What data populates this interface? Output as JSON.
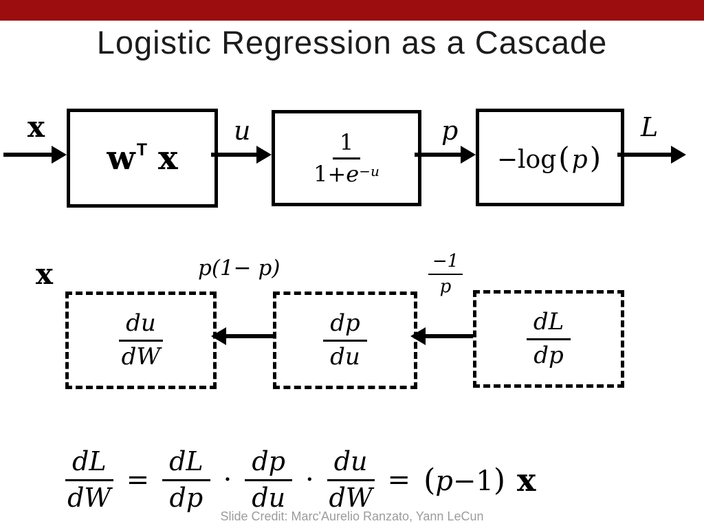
{
  "slide": {
    "title": "Logistic Regression as a Cascade",
    "credit": "Slide Credit: Marc'Aurelio Ranzato, Yann LeCun",
    "accent_color": "#9B0D0F"
  },
  "forward": {
    "input_label": "x",
    "wtx": {
      "w": "w",
      "sup": "T",
      "x": "x"
    },
    "u_label": "u",
    "sigmoid": {
      "num": "1",
      "den_pre": "1+",
      "den_e": "e",
      "den_sup": "−u"
    },
    "p_label": "p",
    "loss": {
      "prefix": "−log",
      "open": "(",
      "var": "p",
      "close": ")"
    },
    "L_label": "L"
  },
  "backward": {
    "input_label": "x",
    "ann_p1p": "p(1− p)",
    "ann_neg1p": {
      "num": "−1",
      "den": "p"
    },
    "dudw": {
      "num": "du",
      "den": "dW"
    },
    "dpdu": {
      "num": "dp",
      "den": "du"
    },
    "dldp": {
      "num": "dL",
      "den": "dp"
    }
  },
  "equation": {
    "lhs": {
      "num": "dL",
      "den": "dW"
    },
    "eq": "=",
    "dot": "·",
    "t1": {
      "num": "dL",
      "den": "dp"
    },
    "t2": {
      "num": "dp",
      "den": "du"
    },
    "t3": {
      "num": "du",
      "den": "dW"
    },
    "rhs": {
      "open": "(",
      "var": "p",
      "rest": "−1",
      "close": ")",
      "x": "x"
    }
  }
}
